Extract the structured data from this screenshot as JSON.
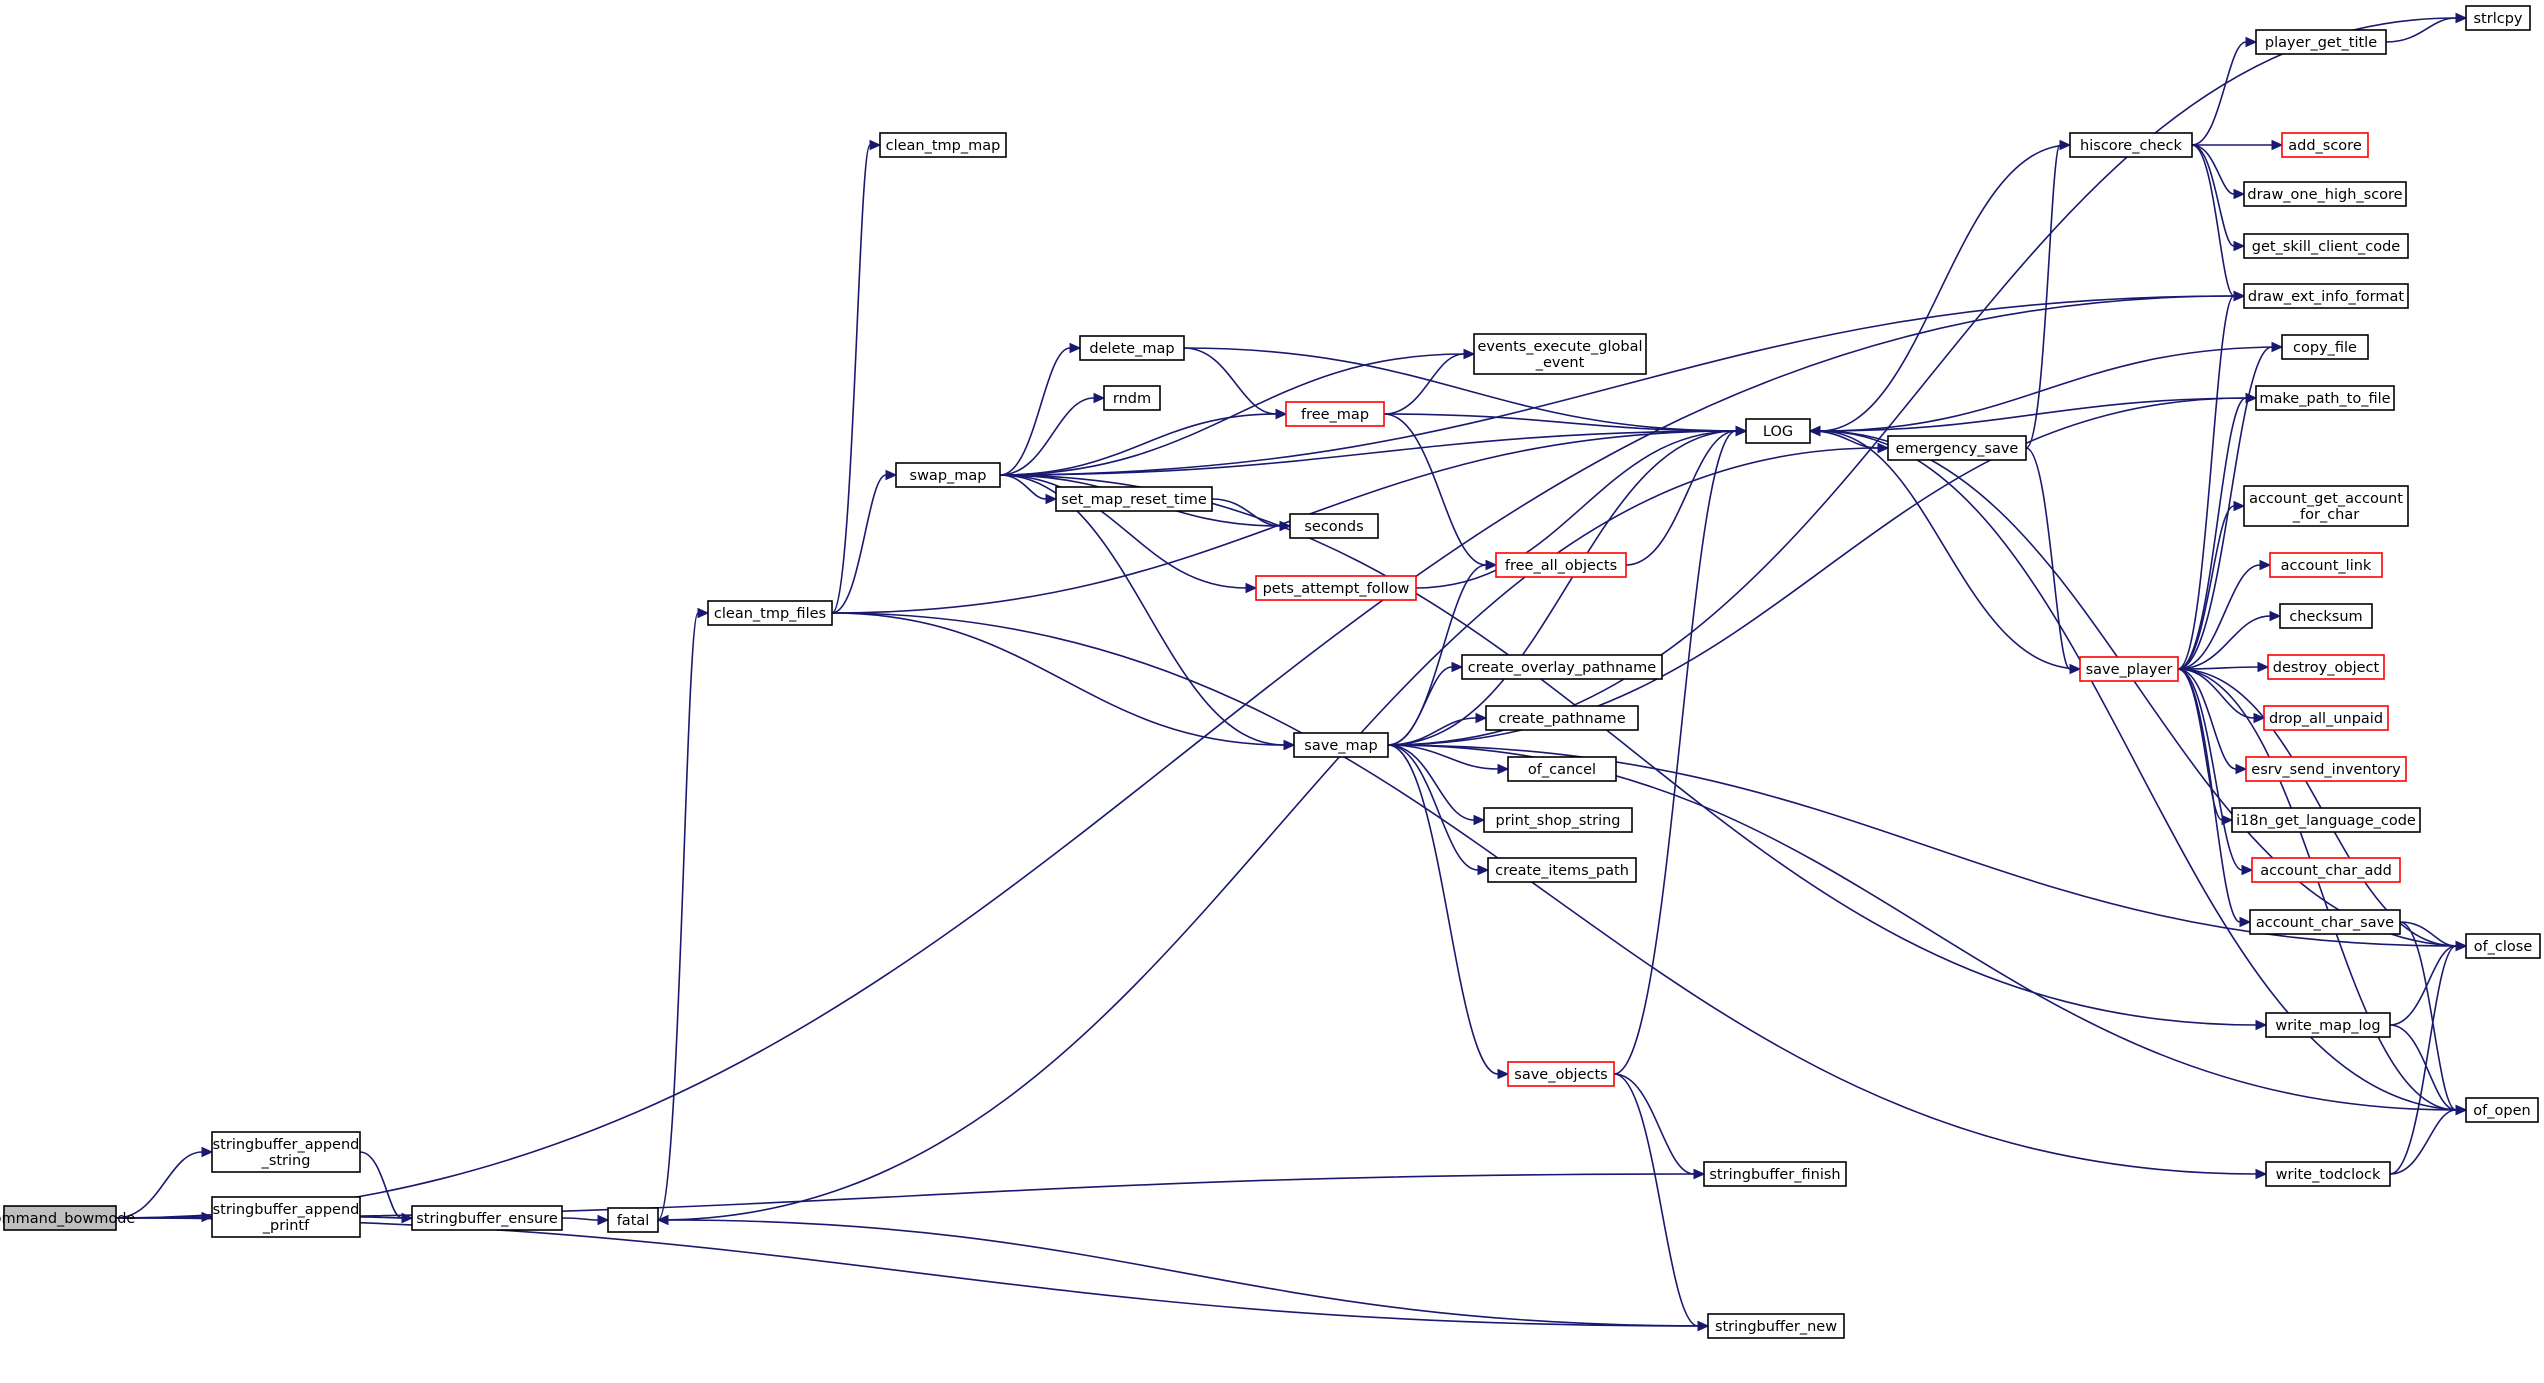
{
  "colors": {
    "edge": "#191970",
    "node_border": "#000000",
    "truncated_border": "#ff0000",
    "root_fill": "#bfbfbf"
  },
  "nodes": {
    "command_bowmode": {
      "label": [
        "command_bowmode"
      ],
      "style": "root"
    },
    "stringbuffer_append_string": {
      "label": [
        "stringbuffer_append",
        "_string"
      ]
    },
    "stringbuffer_append_printf": {
      "label": [
        "stringbuffer_append",
        "_printf"
      ]
    },
    "stringbuffer_ensure": {
      "label": [
        "stringbuffer_ensure"
      ]
    },
    "fatal": {
      "label": [
        "fatal"
      ]
    },
    "clean_tmp_files": {
      "label": [
        "clean_tmp_files"
      ]
    },
    "clean_tmp_map": {
      "label": [
        "clean_tmp_map"
      ]
    },
    "swap_map": {
      "label": [
        "swap_map"
      ]
    },
    "delete_map": {
      "label": [
        "delete_map"
      ]
    },
    "rndm": {
      "label": [
        "rndm"
      ]
    },
    "free_map": {
      "label": [
        "free_map"
      ],
      "style": "red"
    },
    "set_map_reset_time": {
      "label": [
        "set_map_reset_time"
      ]
    },
    "seconds": {
      "label": [
        "seconds"
      ]
    },
    "pets_attempt_follow": {
      "label": [
        "pets_attempt_follow"
      ],
      "style": "red"
    },
    "events_execute_global_event": {
      "label": [
        "events_execute_global",
        "_event"
      ]
    },
    "save_map": {
      "label": [
        "save_map"
      ]
    },
    "free_all_objects": {
      "label": [
        "free_all_objects"
      ],
      "style": "red"
    },
    "create_overlay_pathname": {
      "label": [
        "create_overlay_pathname"
      ]
    },
    "create_pathname": {
      "label": [
        "create_pathname"
      ]
    },
    "of_cancel": {
      "label": [
        "of_cancel"
      ]
    },
    "print_shop_string": {
      "label": [
        "print_shop_string"
      ]
    },
    "create_items_path": {
      "label": [
        "create_items_path"
      ]
    },
    "save_objects": {
      "label": [
        "save_objects"
      ],
      "style": "red"
    },
    "stringbuffer_finish": {
      "label": [
        "stringbuffer_finish"
      ]
    },
    "stringbuffer_new": {
      "label": [
        "stringbuffer_new"
      ]
    },
    "LOG": {
      "label": [
        "LOG"
      ]
    },
    "emergency_save": {
      "label": [
        "emergency_save"
      ]
    },
    "hiscore_check": {
      "label": [
        "hiscore_check"
      ]
    },
    "player_get_title": {
      "label": [
        "player_get_title"
      ]
    },
    "strlcpy": {
      "label": [
        "strlcpy"
      ]
    },
    "add_score": {
      "label": [
        "add_score"
      ],
      "style": "red"
    },
    "draw_one_high_score": {
      "label": [
        "draw_one_high_score"
      ]
    },
    "get_skill_client_code": {
      "label": [
        "get_skill_client_code"
      ]
    },
    "draw_ext_info_format": {
      "label": [
        "draw_ext_info_format"
      ]
    },
    "copy_file": {
      "label": [
        "copy_file"
      ]
    },
    "make_path_to_file": {
      "label": [
        "make_path_to_file"
      ]
    },
    "account_get_account_for_char": {
      "label": [
        "account_get_account",
        "_for_char"
      ]
    },
    "account_link": {
      "label": [
        "account_link"
      ],
      "style": "red"
    },
    "checksum": {
      "label": [
        "checksum"
      ]
    },
    "destroy_object": {
      "label": [
        "destroy_object"
      ],
      "style": "red"
    },
    "drop_all_unpaid": {
      "label": [
        "drop_all_unpaid"
      ],
      "style": "red"
    },
    "esrv_send_inventory": {
      "label": [
        "esrv_send_inventory"
      ],
      "style": "red"
    },
    "i18n_get_language_code": {
      "label": [
        "i18n_get_language_code"
      ]
    },
    "account_char_add": {
      "label": [
        "account_char_add"
      ],
      "style": "red"
    },
    "account_char_save": {
      "label": [
        "account_char_save"
      ]
    },
    "save_player": {
      "label": [
        "save_player"
      ],
      "style": "red"
    },
    "write_map_log": {
      "label": [
        "write_map_log"
      ]
    },
    "write_todclock": {
      "label": [
        "write_todclock"
      ]
    },
    "of_close": {
      "label": [
        "of_close"
      ]
    },
    "of_open": {
      "label": [
        "of_open"
      ]
    }
  },
  "edges": [
    [
      "command_bowmode",
      "stringbuffer_append_string"
    ],
    [
      "command_bowmode",
      "stringbuffer_append_printf"
    ],
    [
      "command_bowmode",
      "draw_ext_info_format"
    ],
    [
      "command_bowmode",
      "stringbuffer_finish"
    ],
    [
      "command_bowmode",
      "stringbuffer_new"
    ],
    [
      "stringbuffer_append_string",
      "stringbuffer_ensure"
    ],
    [
      "stringbuffer_append_printf",
      "stringbuffer_ensure"
    ],
    [
      "stringbuffer_ensure",
      "fatal"
    ],
    [
      "fatal",
      "clean_tmp_files"
    ],
    [
      "fatal",
      "emergency_save"
    ],
    [
      "clean_tmp_files",
      "clean_tmp_map"
    ],
    [
      "clean_tmp_files",
      "swap_map"
    ],
    [
      "clean_tmp_files",
      "save_map"
    ],
    [
      "clean_tmp_files",
      "LOG"
    ],
    [
      "clean_tmp_files",
      "write_todclock"
    ],
    [
      "swap_map",
      "delete_map"
    ],
    [
      "swap_map",
      "rndm"
    ],
    [
      "swap_map",
      "free_map"
    ],
    [
      "swap_map",
      "set_map_reset_time"
    ],
    [
      "swap_map",
      "seconds"
    ],
    [
      "swap_map",
      "pets_attempt_follow"
    ],
    [
      "swap_map",
      "save_map"
    ],
    [
      "swap_map",
      "events_execute_global_event"
    ],
    [
      "swap_map",
      "LOG"
    ],
    [
      "swap_map",
      "draw_ext_info_format"
    ],
    [
      "swap_map",
      "write_map_log"
    ],
    [
      "delete_map",
      "free_map"
    ],
    [
      "delete_map",
      "LOG"
    ],
    [
      "free_map",
      "events_execute_global_event"
    ],
    [
      "free_map",
      "LOG"
    ],
    [
      "free_map",
      "free_all_objects"
    ],
    [
      "set_map_reset_time",
      "seconds"
    ],
    [
      "pets_attempt_follow",
      "LOG"
    ],
    [
      "save_map",
      "free_all_objects"
    ],
    [
      "save_map",
      "create_overlay_pathname"
    ],
    [
      "save_map",
      "create_pathname"
    ],
    [
      "save_map",
      "of_cancel"
    ],
    [
      "save_map",
      "print_shop_string"
    ],
    [
      "save_map",
      "create_items_path"
    ],
    [
      "save_map",
      "save_objects"
    ],
    [
      "save_map",
      "LOG"
    ],
    [
      "save_map",
      "strlcpy"
    ],
    [
      "save_map",
      "make_path_to_file"
    ],
    [
      "save_map",
      "of_close"
    ],
    [
      "save_map",
      "of_open"
    ],
    [
      "free_all_objects",
      "LOG"
    ],
    [
      "save_objects",
      "LOG"
    ],
    [
      "save_objects",
      "stringbuffer_finish"
    ],
    [
      "save_objects",
      "stringbuffer_new"
    ],
    [
      "stringbuffer_new",
      "fatal"
    ],
    [
      "LOG",
      "emergency_save"
    ],
    [
      "emergency_save",
      "hiscore_check"
    ],
    [
      "emergency_save",
      "save_player"
    ],
    [
      "hiscore_check",
      "player_get_title"
    ],
    [
      "hiscore_check",
      "add_score"
    ],
    [
      "hiscore_check",
      "draw_one_high_score"
    ],
    [
      "hiscore_check",
      "get_skill_client_code"
    ],
    [
      "hiscore_check",
      "draw_ext_info_format"
    ],
    [
      "hiscore_check",
      "LOG"
    ],
    [
      "player_get_title",
      "strlcpy"
    ],
    [
      "save_player",
      "LOG"
    ],
    [
      "save_player",
      "draw_ext_info_format"
    ],
    [
      "save_player",
      "copy_file"
    ],
    [
      "save_player",
      "make_path_to_file"
    ],
    [
      "save_player",
      "account_get_account_for_char"
    ],
    [
      "save_player",
      "account_link"
    ],
    [
      "save_player",
      "checksum"
    ],
    [
      "save_player",
      "destroy_object"
    ],
    [
      "save_player",
      "drop_all_unpaid"
    ],
    [
      "save_player",
      "esrv_send_inventory"
    ],
    [
      "save_player",
      "i18n_get_language_code"
    ],
    [
      "save_player",
      "account_char_add"
    ],
    [
      "save_player",
      "account_char_save"
    ],
    [
      "save_player",
      "of_close"
    ],
    [
      "save_player",
      "of_open"
    ],
    [
      "copy_file",
      "LOG"
    ],
    [
      "make_path_to_file",
      "LOG"
    ],
    [
      "account_char_save",
      "of_close"
    ],
    [
      "account_char_save",
      "of_open"
    ],
    [
      "write_map_log",
      "of_close"
    ],
    [
      "write_map_log",
      "of_open"
    ],
    [
      "write_todclock",
      "of_close"
    ],
    [
      "write_todclock",
      "of_open"
    ],
    [
      "of_open",
      "LOG"
    ],
    [
      "of_close",
      "LOG"
    ]
  ]
}
